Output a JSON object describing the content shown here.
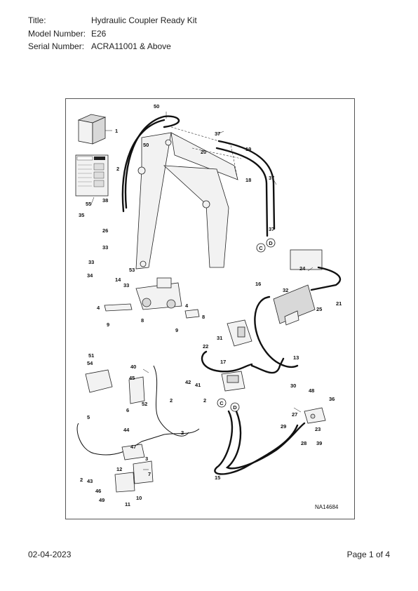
{
  "header": {
    "title_label": "Title:",
    "title_value": "Hydraulic Coupler Ready Kit",
    "model_label": "Model Number:",
    "model_value": "E26",
    "serial_label": "Serial Number:",
    "serial_value": "ACRA11001 & Above"
  },
  "diagram": {
    "figure_id": "NA14684",
    "connector_c": "C",
    "connector_d": "D",
    "callouts": {
      "c1": "1",
      "c2a": "2",
      "c2b": "2",
      "c2c": "2",
      "c2d": "2",
      "c2e": "2",
      "c3": "3",
      "c4a": "4",
      "c4b": "4",
      "c5": "5",
      "c6": "6",
      "c7": "7",
      "c8a": "8",
      "c8b": "8",
      "c9a": "9",
      "c9b": "9",
      "c10": "10",
      "c11": "11",
      "c12": "12",
      "c13": "13",
      "c14": "14",
      "c15": "15",
      "c16": "16",
      "c17": "17",
      "c18": "18",
      "c19": "19",
      "c20": "20",
      "c21": "21",
      "c22": "22",
      "c23": "23",
      "c24": "24",
      "c25": "25",
      "c26": "26",
      "c27": "27",
      "c28": "28",
      "c29": "29",
      "c30": "30",
      "c31": "31",
      "c32": "32",
      "c33a": "33",
      "c33b": "33",
      "c33c": "33",
      "c34": "34",
      "c35": "35",
      "c36": "36",
      "c37a": "37",
      "c37b": "37",
      "c37c": "37",
      "c38": "38",
      "c39": "39",
      "c40": "40",
      "c41": "41",
      "c42": "42",
      "c43": "43",
      "c44": "44",
      "c45": "45",
      "c46": "46",
      "c47": "47",
      "c48": "48",
      "c49": "49",
      "c50a": "50",
      "c50b": "50",
      "c51": "51",
      "c52": "52",
      "c53": "53",
      "c54": "54",
      "c55": "55"
    }
  },
  "footer": {
    "date": "02-04-2023",
    "page": "Page 1 of 4"
  }
}
